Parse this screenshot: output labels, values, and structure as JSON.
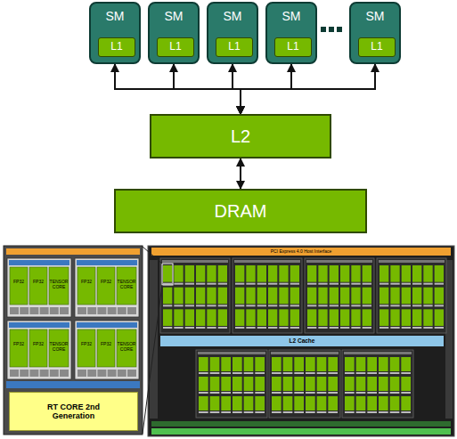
{
  "diagram": {
    "nodes": [
      {
        "text": [
          "SM"
        ]
      },
      {
        "text": [
          "L1"
        ],
        "in": 0
      },
      {
        "text": [
          "SM"
        ]
      },
      {
        "text": [
          "L1"
        ],
        "in": 2
      },
      {
        "text": [
          "SM"
        ]
      },
      {
        "text": [
          "L1"
        ],
        "in": 4
      },
      {
        "text": [
          "SM"
        ]
      },
      {
        "text": [
          "L1"
        ],
        "in": 6
      },
      {
        "text": [
          "SM"
        ]
      },
      {
        "text": [
          "L1"
        ],
        "in": 8
      },
      {
        "text": [
          "L2"
        ]
      },
      {
        "text": [
          "DRAM"
        ]
      },
      {
        "text": [
          "RT CORE 2nd Generation"
        ]
      }
    ],
    "edges": [
      {
        "from": 0,
        "to": 10,
        "arrow": "both"
      },
      {
        "from": 2,
        "to": 10,
        "arrow": "both"
      },
      {
        "from": 4,
        "to": 10,
        "arrow": "both"
      },
      {
        "from": 6,
        "to": 10,
        "arrow": "both"
      },
      {
        "from": 8,
        "to": 10,
        "arrow": "both"
      },
      {
        "from": 10,
        "to": 11,
        "arrow": "both"
      }
    ],
    "labels": [
      "PCI Express 4.0 Host Interface",
      "L2 Cache",
      "FP32",
      "FP32",
      "TENSOR CORE",
      "FP32",
      "FP32",
      "TENSOR CORE",
      "FP32",
      "FP32",
      "TENSOR CORE",
      "FP32",
      "FP32",
      "TENSOR CORE"
    ]
  }
}
